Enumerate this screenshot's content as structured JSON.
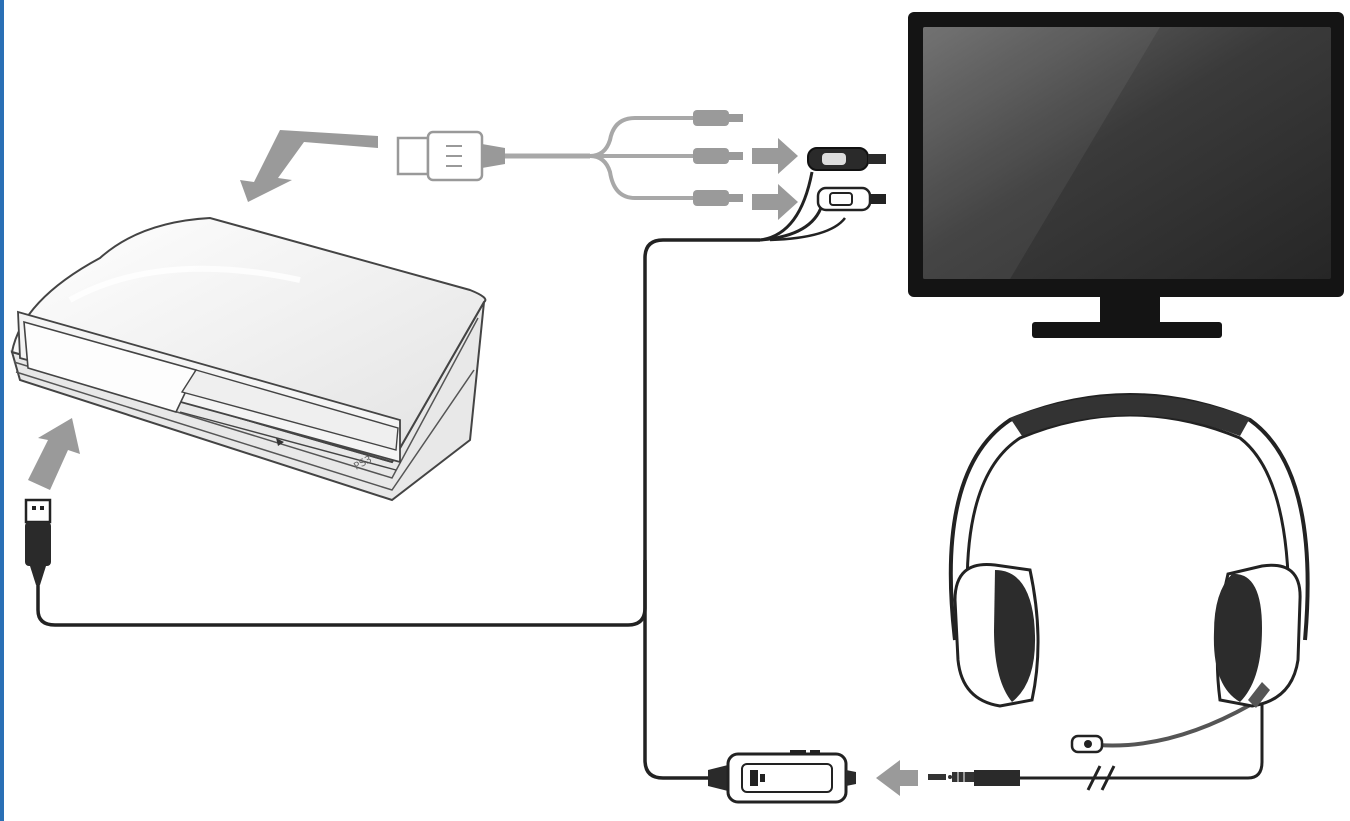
{
  "diagram": {
    "nodes": [
      {
        "id": "console",
        "icon": "game-console-icon"
      },
      {
        "id": "tv",
        "icon": "tv-monitor-icon"
      },
      {
        "id": "headset",
        "icon": "headset-icon"
      },
      {
        "id": "amp",
        "icon": "inline-amplifier-icon"
      },
      {
        "id": "hdmi",
        "icon": "hdmi-plug-icon"
      },
      {
        "id": "usb",
        "icon": "usb-plug-icon"
      },
      {
        "id": "rca",
        "icon": "rca-splitter-icon"
      },
      {
        "id": "jack",
        "icon": "audio-jack-icon"
      }
    ],
    "edges": [
      {
        "from": "usb",
        "to": "console"
      },
      {
        "from": "hdmi",
        "to": "console"
      },
      {
        "from": "rca",
        "to": "tv"
      },
      {
        "from": "jack",
        "to": "amp"
      }
    ]
  },
  "colors": {
    "edge_bar": "#2a6fb5",
    "arrow": "#9a9a9a",
    "cable": "#222222",
    "gray_cable": "#a8a8a8",
    "console_body": "#f1f1f1",
    "tv_screen": "#3a3a3a",
    "tv_frame": "#141414"
  }
}
